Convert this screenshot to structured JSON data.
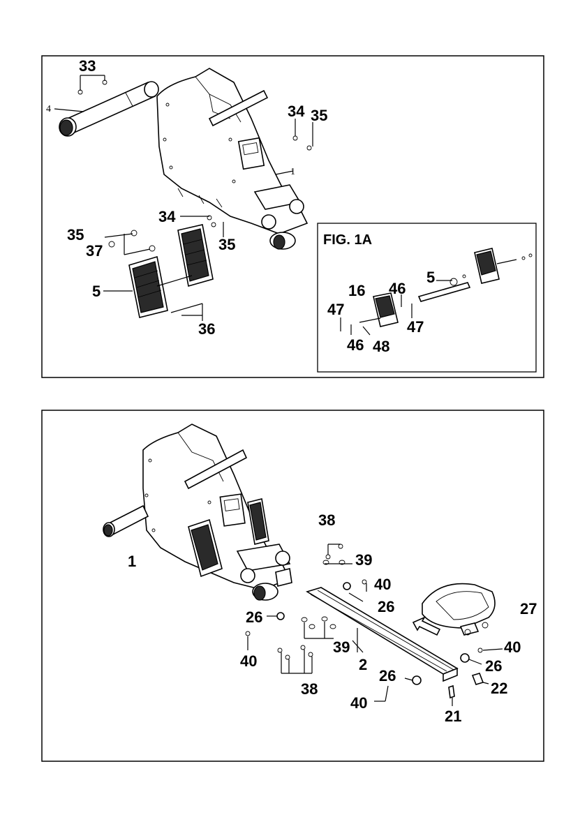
{
  "top_panel": {
    "labels": {
      "l33": "33",
      "l4": "4",
      "l34a": "34",
      "l35a": "35",
      "l1": "1",
      "l34b": "34",
      "l35b": "35",
      "l35c": "35",
      "l37": "37",
      "l5": "5",
      "l36": "36"
    },
    "inset": {
      "title": "FIG. 1A",
      "labels": {
        "l5": "5",
        "l16": "16",
        "l46a": "46",
        "l47a": "47",
        "l47b": "47",
        "l46b": "46",
        "l48": "48"
      }
    }
  },
  "bottom_panel": {
    "labels": {
      "l1": "1",
      "l38a": "38",
      "l39a": "39",
      "l40a": "40",
      "l26a": "26",
      "l27": "27",
      "l26b": "26",
      "l40b": "40",
      "l39b": "39",
      "l2": "2",
      "l40c": "40",
      "l26c": "26",
      "l38b": "38",
      "l26d": "26",
      "l22": "22",
      "l40d": "40",
      "l21": "21"
    }
  }
}
